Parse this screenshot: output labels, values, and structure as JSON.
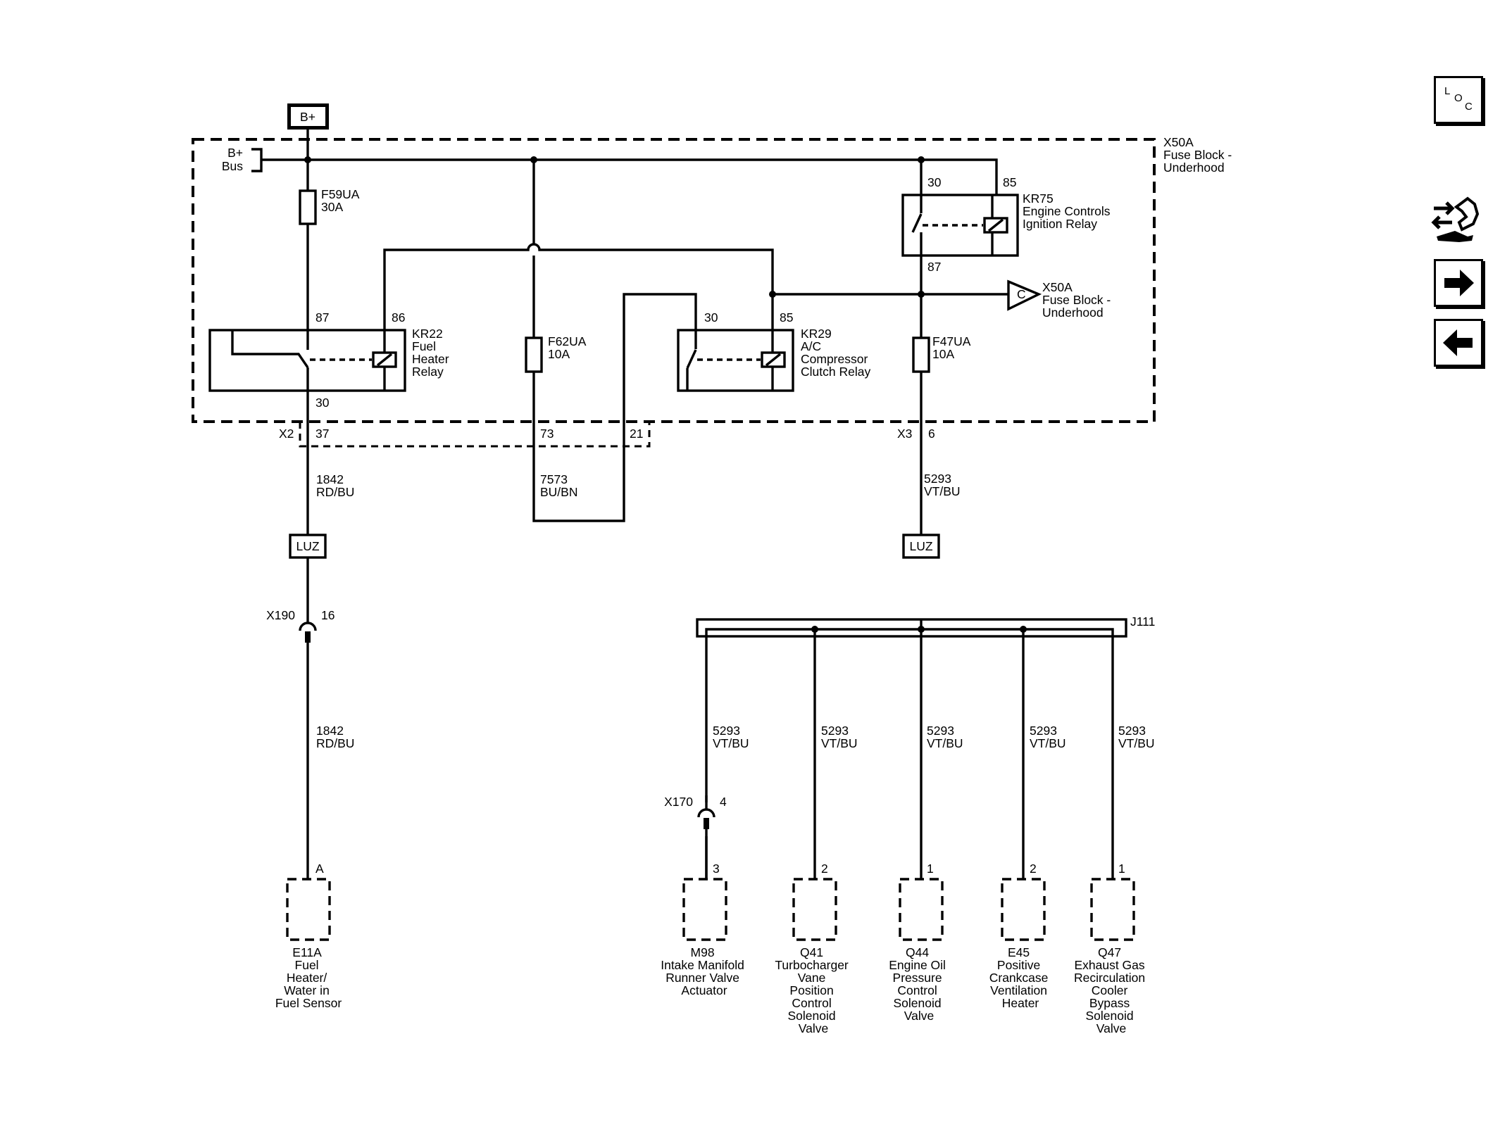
{
  "nav": {
    "loc": {
      "l": "L",
      "o": "O",
      "c": "C"
    },
    "icons": [
      "loc-icon",
      "wiring-tools-icon",
      "next-page-icon",
      "previous-page-icon"
    ]
  },
  "power": {
    "source": "B+",
    "bus_top": "B+",
    "bus_bottom": "Bus"
  },
  "fuse_block": {
    "id": "X50A",
    "line1": "Fuse Block -",
    "line2": "Underhood"
  },
  "fuses": {
    "f59": {
      "name": "F59UA",
      "rating": "30A"
    },
    "f62": {
      "name": "F62UA",
      "rating": "10A"
    },
    "f47": {
      "name": "F47UA",
      "rating": "10A"
    }
  },
  "relays": {
    "kr22": {
      "id": "KR22",
      "line1": "Fuel",
      "line2": "Heater",
      "line3": "Relay",
      "pin_87": "87",
      "pin_86": "86",
      "pin_30": "30"
    },
    "kr29": {
      "id": "KR29",
      "line1": "A/C",
      "line2": "Compressor",
      "line3": "Clutch Relay",
      "pin_30": "30",
      "pin_85": "85"
    },
    "kr75": {
      "id": "KR75",
      "line1": "Engine Controls",
      "line2": "Ignition Relay",
      "pin_30": "30",
      "pin_85": "85",
      "pin_87": "87"
    }
  },
  "offpage": {
    "letter": "C",
    "id": "X50A",
    "line1": "Fuse Block -",
    "line2": "Underhood"
  },
  "connectors": {
    "x2": {
      "name": "X2",
      "p37": "37",
      "p73": "73",
      "p21": "21"
    },
    "x3": {
      "name": "X3",
      "p6": "6"
    },
    "x190": {
      "name": "X190",
      "pin": "16"
    },
    "x170": {
      "name": "X170",
      "pin": "4"
    },
    "j111": {
      "name": "J111"
    }
  },
  "wires": {
    "w1842_top": {
      "circuit": "1842",
      "color": "RD/BU"
    },
    "w1842_bottom": {
      "circuit": "1842",
      "color": "RD/BU"
    },
    "w7573": {
      "circuit": "7573",
      "color": "BU/BN"
    },
    "w5293_main": {
      "circuit": "5293",
      "color": "VT/BU"
    },
    "w5293_m98": {
      "circuit": "5293",
      "color": "VT/BU"
    },
    "w5293_q41": {
      "circuit": "5293",
      "color": "VT/BU"
    },
    "w5293_q44": {
      "circuit": "5293",
      "color": "VT/BU"
    },
    "w5293_e45": {
      "circuit": "5293",
      "color": "VT/BU"
    },
    "w5293_q47": {
      "circuit": "5293",
      "color": "VT/BU"
    }
  },
  "luz": {
    "left": "LUZ",
    "right": "LUZ"
  },
  "components": {
    "e11a": {
      "pin": "A",
      "lines": [
        "E11A",
        "Fuel",
        "Heater/",
        "Water in",
        "Fuel Sensor"
      ]
    },
    "m98": {
      "pin": "3",
      "lines": [
        "M98",
        "Intake Manifold",
        "Runner Valve",
        "Actuator"
      ]
    },
    "q41": {
      "pin": "2",
      "lines": [
        "Q41",
        "Turbocharger",
        "Vane",
        "Position",
        "Control",
        "Solenoid",
        "Valve"
      ]
    },
    "q44": {
      "pin": "1",
      "lines": [
        "Q44",
        "Engine Oil",
        "Pressure",
        "Control",
        "Solenoid",
        "Valve"
      ]
    },
    "e45": {
      "pin": "2",
      "lines": [
        "E45",
        "Positive",
        "Crankcase",
        "Ventilation",
        "Heater"
      ]
    },
    "q47": {
      "pin": "1",
      "lines": [
        "Q47",
        "Exhaust Gas",
        "Recirculation",
        "Cooler",
        "Bypass",
        "Solenoid",
        "Valve"
      ]
    }
  }
}
